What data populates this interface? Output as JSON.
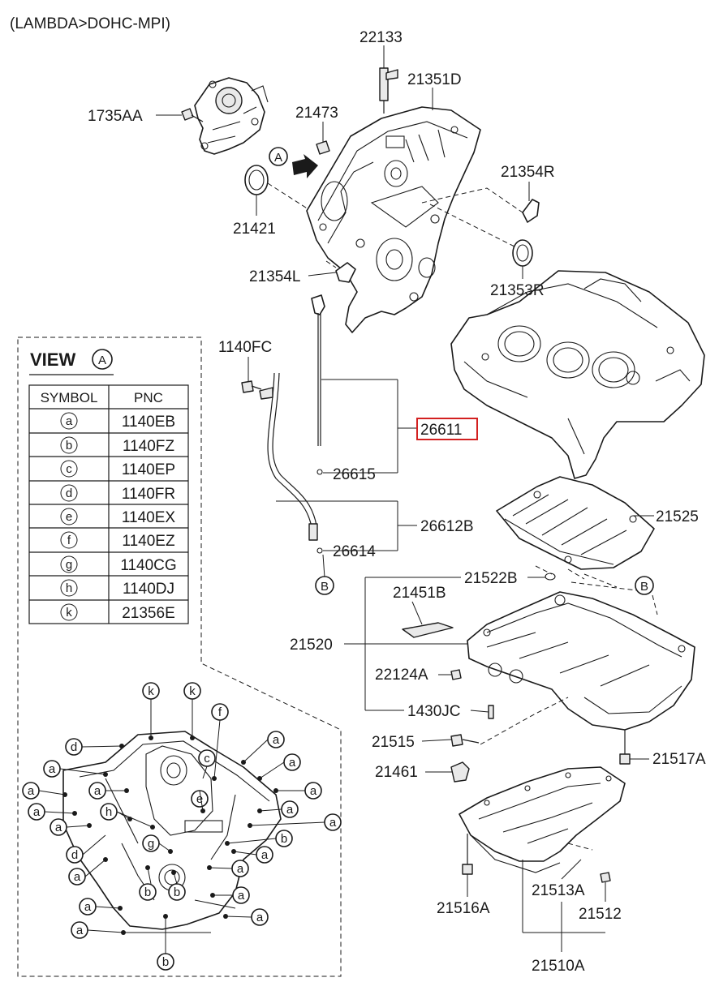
{
  "header": {
    "title": "(LAMBDA>DOHC-MPI)"
  },
  "callouts": {
    "p22133": "22133",
    "p21351D": "21351D",
    "p1735AA": "1735AA",
    "p21473": "21473",
    "p21354R": "21354R",
    "p21421": "21421",
    "p21354L": "21354L",
    "p21353R": "21353R",
    "p1140FC": "1140FC",
    "p26611": "26611",
    "p26615": "26615",
    "p26612B": "26612B",
    "p21525": "21525",
    "p26614": "26614",
    "p21522B": "21522B",
    "p21451B": "21451B",
    "p21520": "21520",
    "p22124A": "22124A",
    "p1430JC": "1430JC",
    "p21515": "21515",
    "p21517A": "21517A",
    "p21461": "21461",
    "p21516A": "21516A",
    "p21513A": "21513A",
    "p21512": "21512",
    "p21510A": "21510A"
  },
  "view_refs": {
    "a": "A",
    "b": "B"
  },
  "highlight": {
    "part": "26611",
    "color": "#d32020"
  },
  "view_box": {
    "title_word": "VIEW",
    "title_ref": "A",
    "headers": [
      "SYMBOL",
      "PNC"
    ],
    "rows": [
      {
        "symbol": "a",
        "pnc": "1140EB"
      },
      {
        "symbol": "b",
        "pnc": "1140FZ"
      },
      {
        "symbol": "c",
        "pnc": "1140EP"
      },
      {
        "symbol": "d",
        "pnc": "1140FR"
      },
      {
        "symbol": "e",
        "pnc": "1140EX"
      },
      {
        "symbol": "f",
        "pnc": "1140EZ"
      },
      {
        "symbol": "g",
        "pnc": "1140CG"
      },
      {
        "symbol": "h",
        "pnc": "1140DJ"
      },
      {
        "symbol": "k",
        "pnc": "21356E"
      }
    ]
  },
  "view_symbols": {
    "a": "a",
    "b": "b",
    "c": "c",
    "d": "d",
    "e": "e",
    "f": "f",
    "g": "g",
    "h": "h",
    "k": "k"
  }
}
